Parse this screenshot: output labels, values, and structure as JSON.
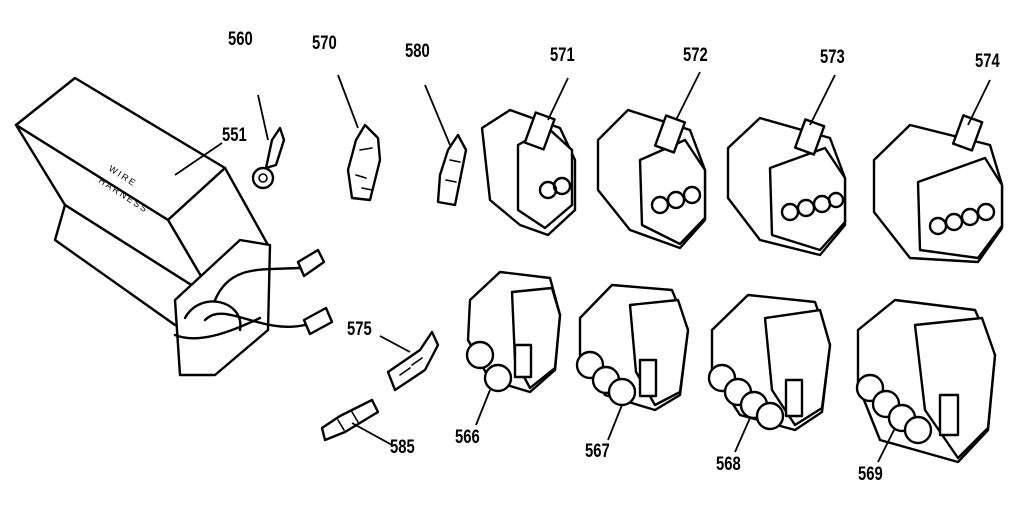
{
  "box_text": {
    "line1": "WIRE",
    "line2": "HARNESS"
  },
  "part_numbers": {
    "p551": "551",
    "p560": "560",
    "p570": "570",
    "p580": "580",
    "p571": "571",
    "p572": "572",
    "p573": "573",
    "p574": "574",
    "p575": "575",
    "p585": "585",
    "p566": "566",
    "p567": "567",
    "p568": "568",
    "p569": "569"
  }
}
